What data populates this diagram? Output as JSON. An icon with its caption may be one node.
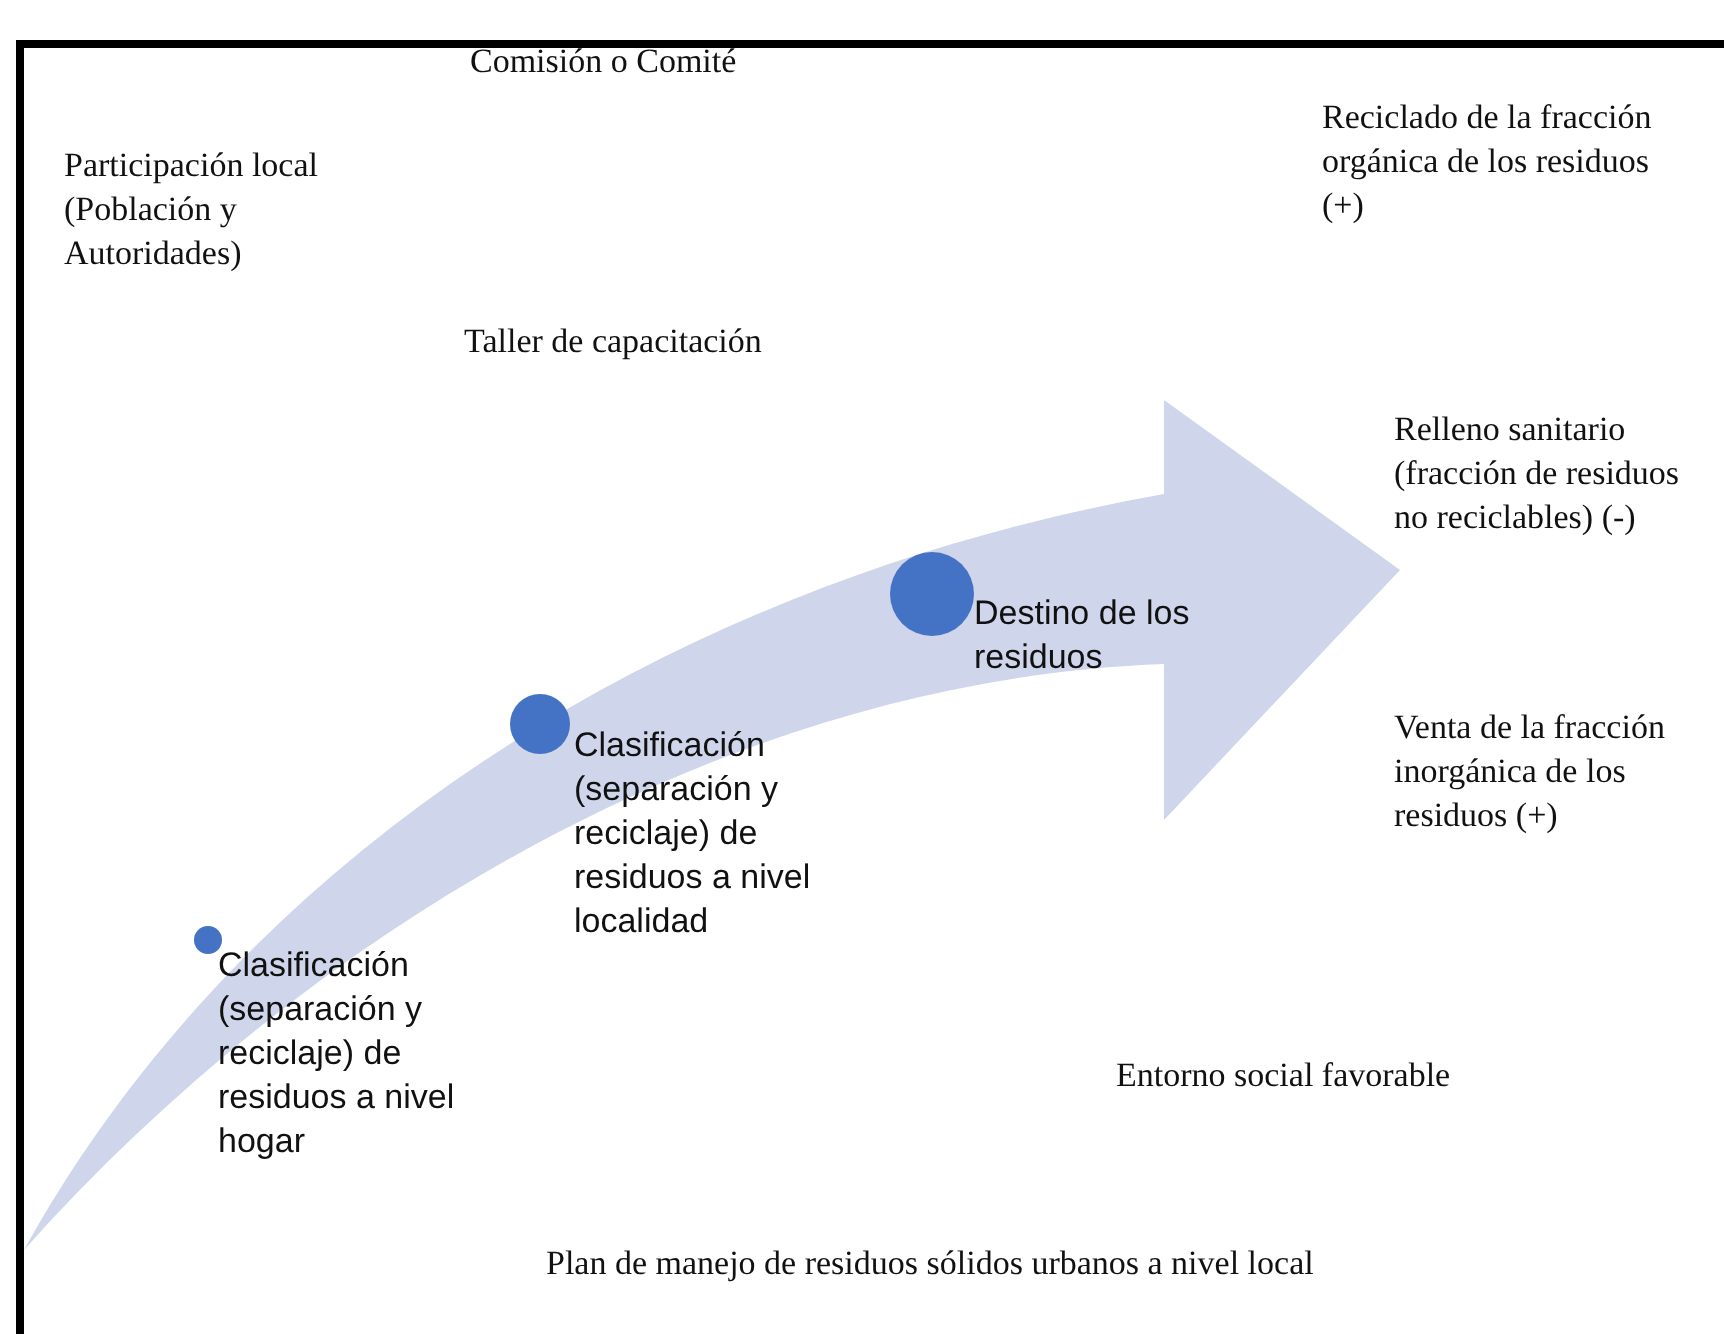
{
  "diagram": {
    "labels": [
      "Comisión o Comité",
      "Reciclado de la fracción orgánica de los residuos (+)",
      "Participación local (Población y Autoridades)",
      "Taller de capacitación",
      "Relleno sanitario (fracción de residuos no reciclables) (-)",
      "Destino de los residuos",
      "Clasificación (separación y reciclaje) de residuos a nivel localidad",
      "Venta de la fracción inorgánica de los residuos (+)",
      "Clasificación (separación y reciclaje) de residuos a nivel hogar",
      "Entorno social favorable",
      "Plan de manejo de residuos sólidos urbanos a nivel local"
    ]
  }
}
